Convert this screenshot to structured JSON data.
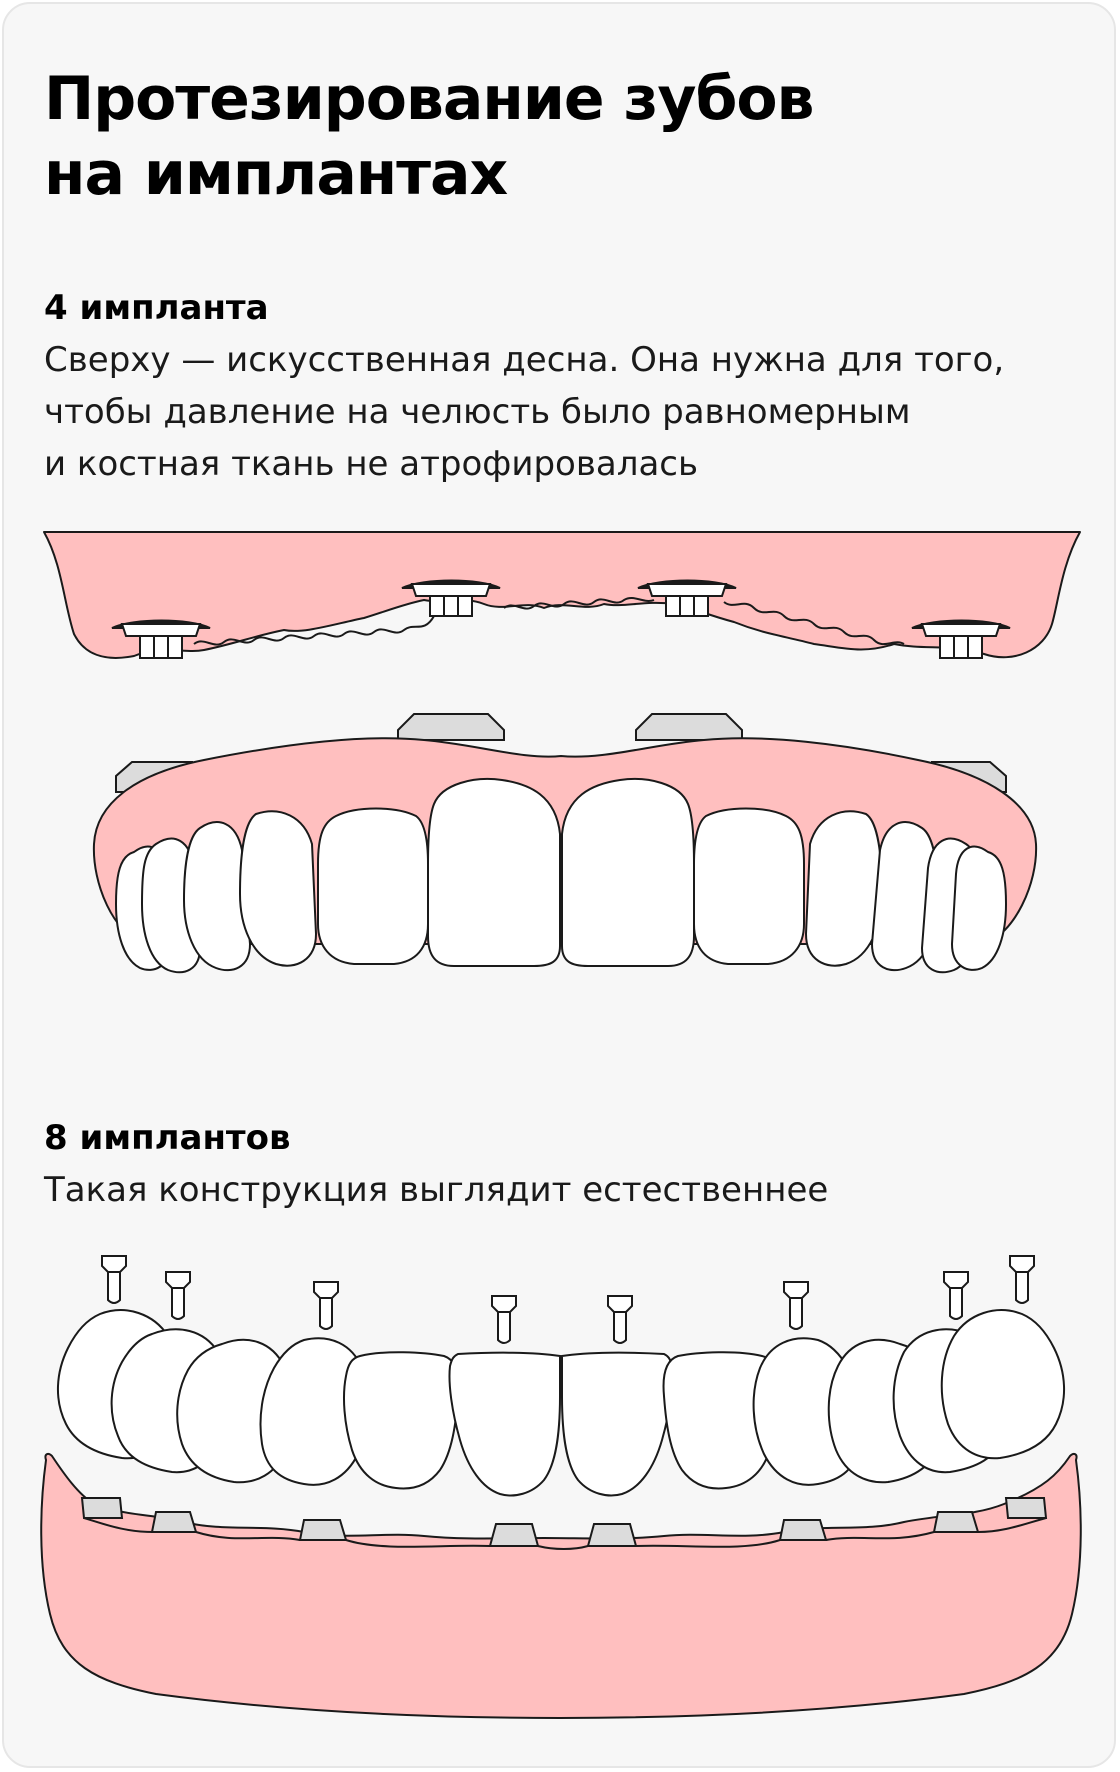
{
  "title": {
    "line1": "Протезирование зубов",
    "line2": "на имплантах"
  },
  "section1": {
    "heading": "4 импланта",
    "lines": [
      "Сверху — искусственная десна. Она нужна для того,",
      "чтобы давление на челюсть было равномерным",
      "и костная ткань не атрофировалась"
    ]
  },
  "section2": {
    "heading": "8 имплантов",
    "lines": [
      "Такая конструкция выглядит естественнее"
    ]
  },
  "colors": {
    "background": "#f7f7f7",
    "gum": "#ffbfbf",
    "tooth": "#ffffff",
    "outline": "#1a1a1a",
    "abutment": "#dcdcdc"
  }
}
